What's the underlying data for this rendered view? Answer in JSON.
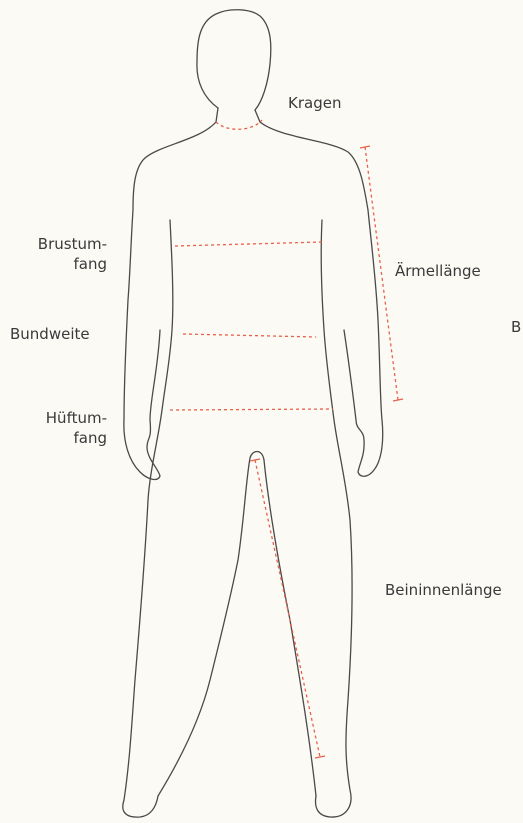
{
  "labels": {
    "collar": "Kragen",
    "chest_line1": "Brustum-",
    "chest_line2": "fang",
    "sleeve": "Ärmellänge",
    "waist": "Bundweite",
    "hip_line1": "Hüftum-",
    "hip_line2": "fang",
    "inseam": "Beininnenlänge",
    "edge_fragment": "B"
  },
  "colors": {
    "background": "#fcfaf5",
    "outline": "#4a4a4a",
    "measure": "#e8604a",
    "text": "#3a3a3a"
  }
}
